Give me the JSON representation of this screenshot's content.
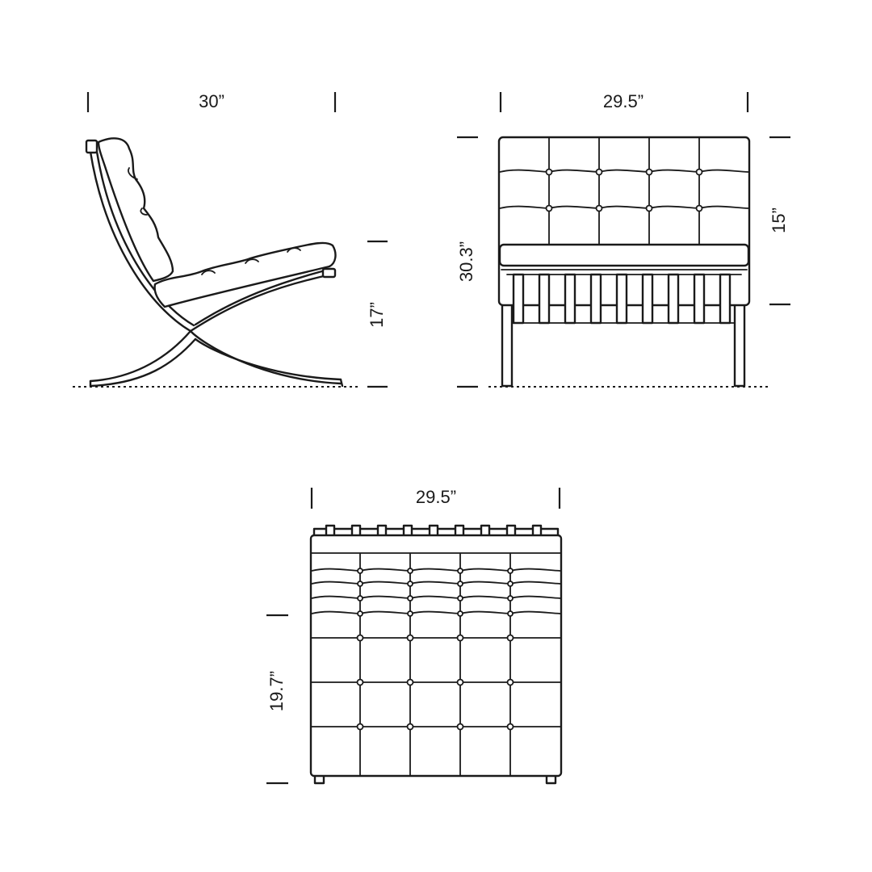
{
  "side_view": {
    "width_label": "30”",
    "seat_height_label": "17”"
  },
  "front_view": {
    "width_label": "29.5”",
    "height_label": "30.3”",
    "back_height_label": "15”"
  },
  "top_view": {
    "width_label": "29.5”",
    "depth_label": "19.7”"
  },
  "colors": {
    "line": "#1a1a1a",
    "background": "#ffffff"
  }
}
